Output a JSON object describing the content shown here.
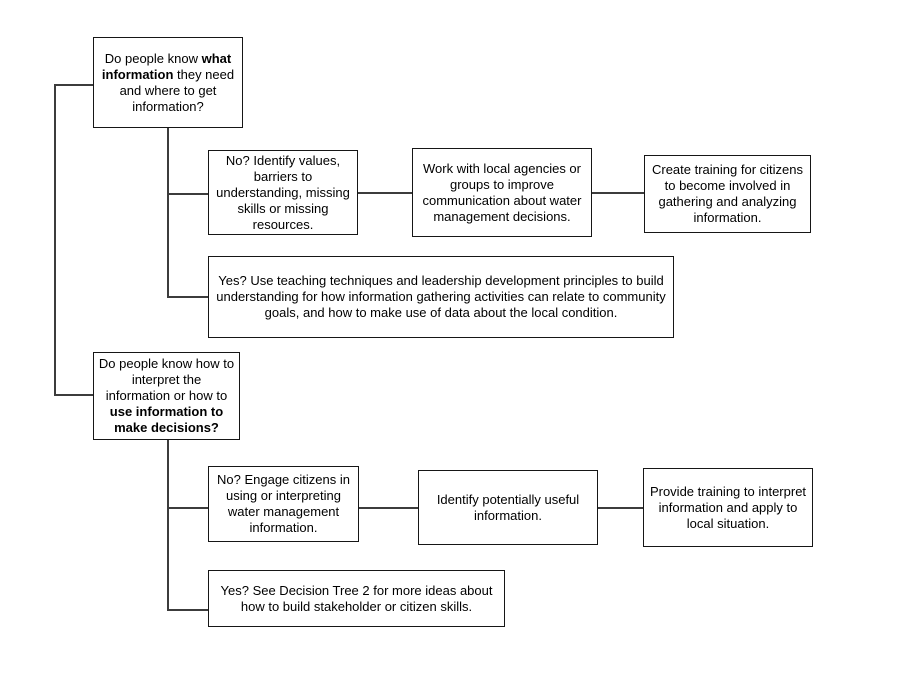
{
  "diagram": {
    "type": "decision-tree-flowchart",
    "colors": {
      "box_border": "#161616",
      "connector_line": "#3c3c3c",
      "background": "#ffffff",
      "text": "#000000"
    },
    "boxes": {
      "q1": {
        "pre": "Do people know ",
        "bold": "what information",
        "post": " they need and where to get information?"
      },
      "no1": {
        "text": "No? Identify values, barriers to understanding, missing skills or missing resources."
      },
      "work": {
        "text": "Work with local agencies or groups to improve communication about water management decisions."
      },
      "create": {
        "text": "Create training for citizens to become involved in gathering and analyzing information."
      },
      "yes1": {
        "text": "Yes? Use teaching techniques and leadership development principles to build understanding for how information gathering activities can relate to community goals, and how to make use of data about the local condition."
      },
      "q2": {
        "pre": "Do people know how to interpret the information or how to ",
        "bold": "use information to make decisions?",
        "post": ""
      },
      "no2": {
        "text": "No? Engage citizens in using or interpreting water management information."
      },
      "identify": {
        "text": "Identify potentially useful information."
      },
      "provide": {
        "text": "Provide training to interpret information and apply to local situation."
      },
      "yes2": {
        "text": "Yes? See Decision Tree 2 for more ideas about how to build stakeholder or citizen skills."
      }
    },
    "edges": [
      {
        "from": "q1",
        "to": "no1"
      },
      {
        "from": "no1",
        "to": "work"
      },
      {
        "from": "work",
        "to": "create"
      },
      {
        "from": "q1",
        "to": "yes1"
      },
      {
        "from": "q1",
        "to": "q2"
      },
      {
        "from": "q2",
        "to": "no2"
      },
      {
        "from": "no2",
        "to": "identify"
      },
      {
        "from": "identify",
        "to": "provide"
      },
      {
        "from": "q2",
        "to": "yes2"
      }
    ]
  }
}
